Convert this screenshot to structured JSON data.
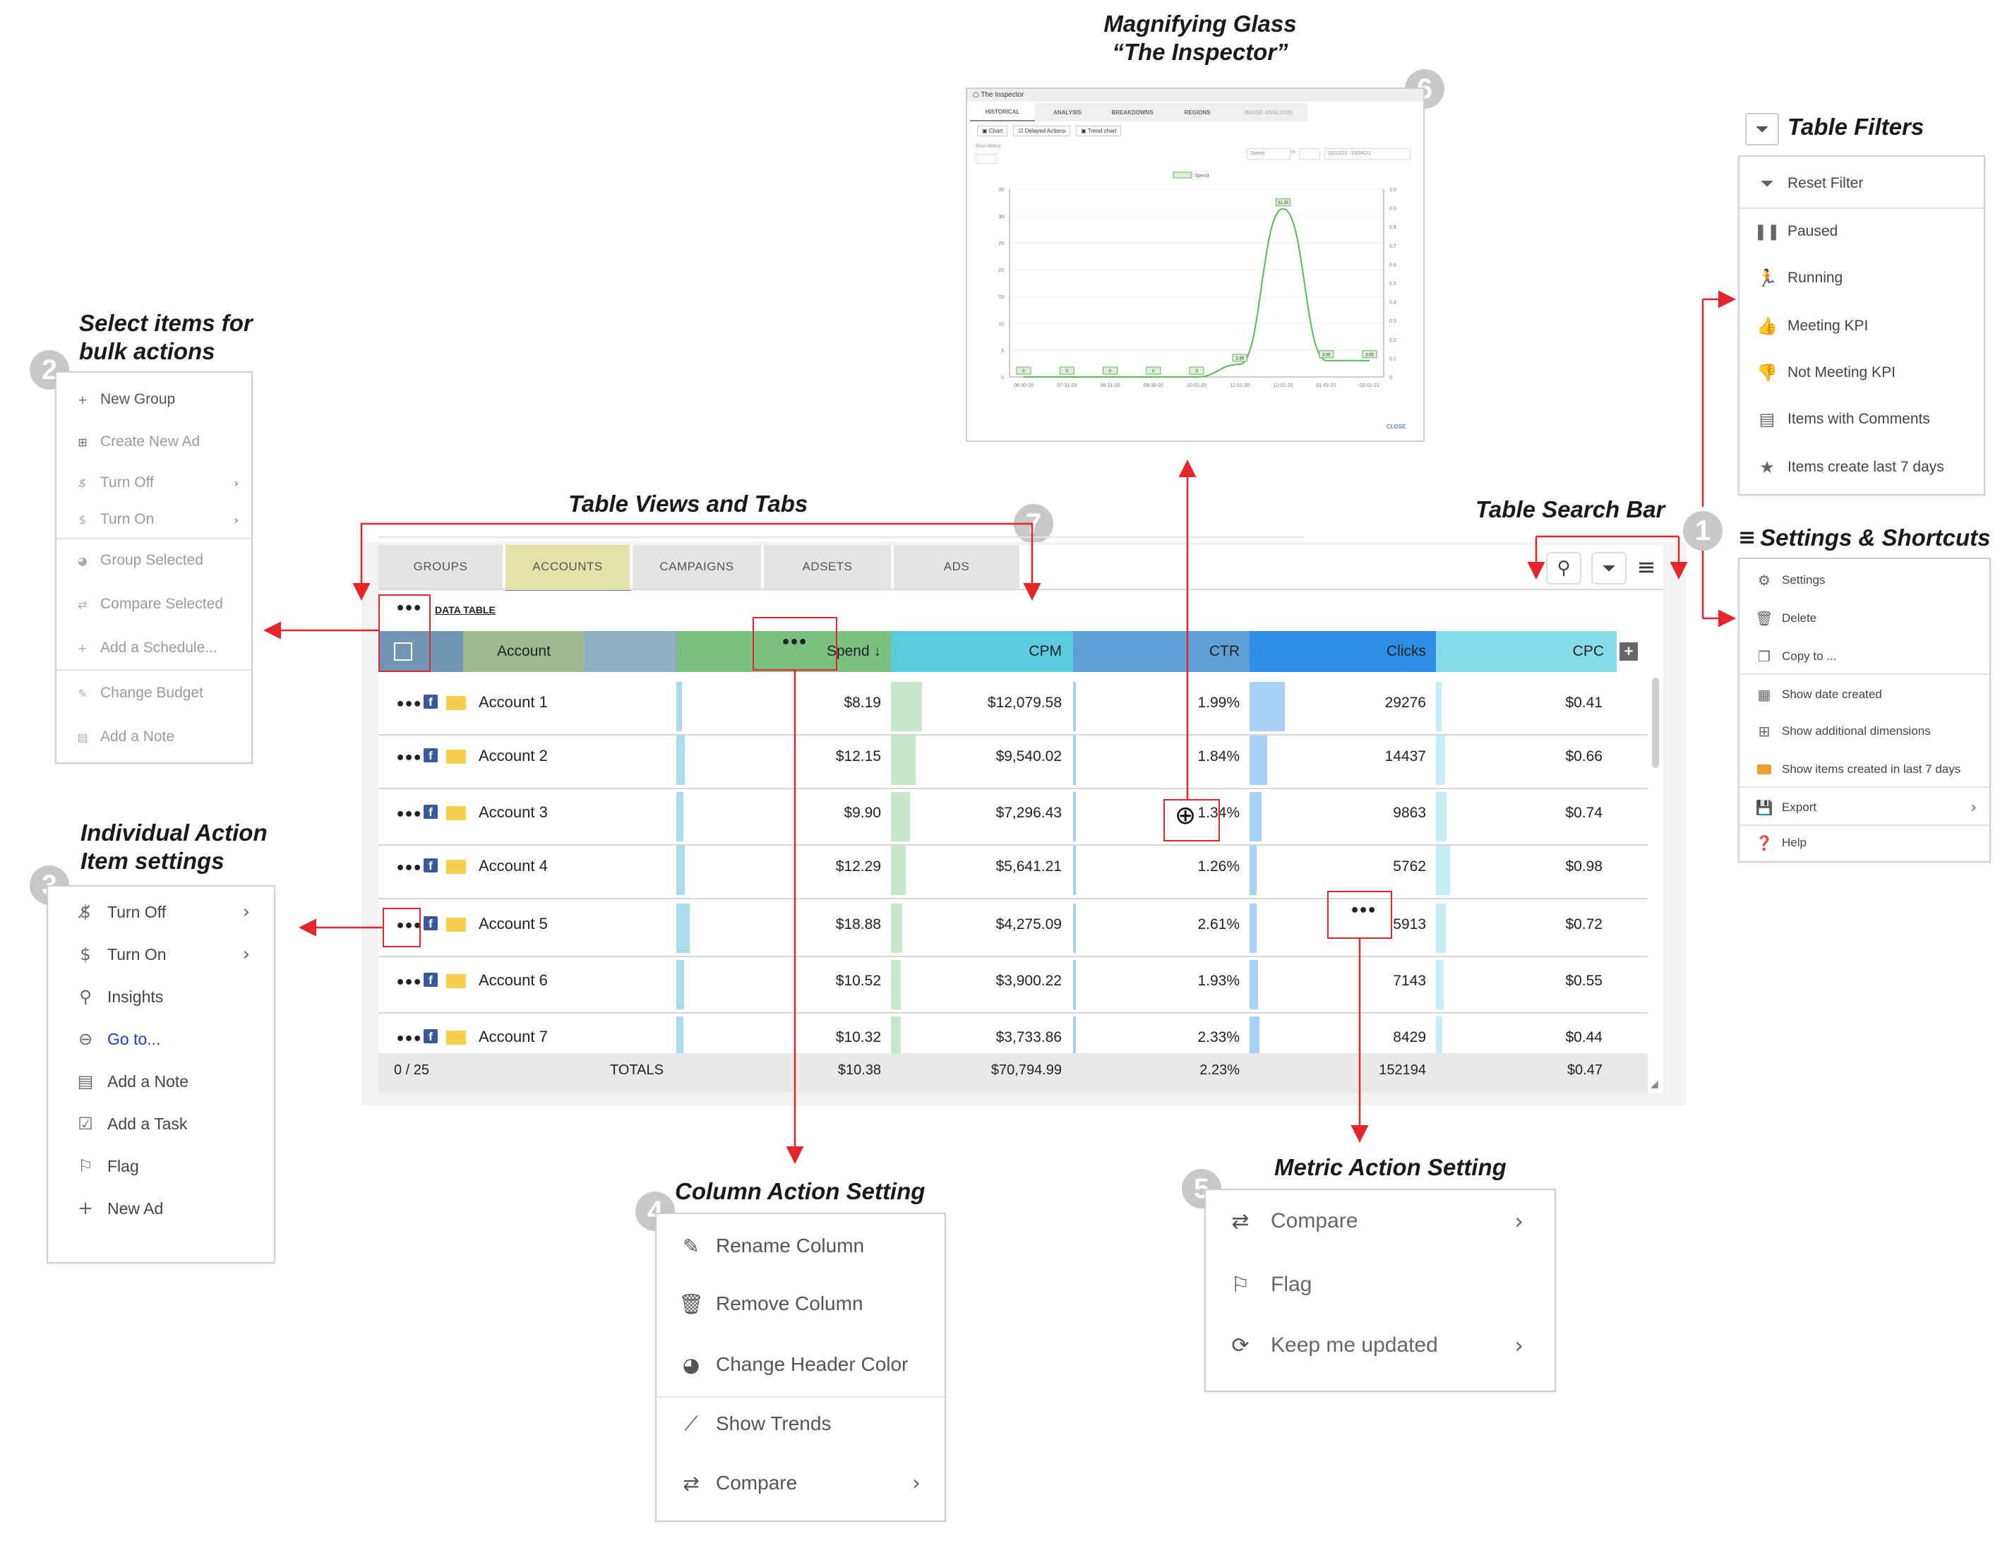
{
  "annotations": {
    "magnifier_title_line1": "Magnifying Glass",
    "magnifier_title_line2": "“The Inspector”",
    "table_filters": "Table Filters",
    "select_items_line1": "Select items for",
    "select_items_line2": "bulk actions",
    "table_views": "Table Views and Tabs",
    "table_search": "Table Search Bar",
    "settings_shortcuts": "Settings & Shortcuts",
    "individual_line1": "Individual Action",
    "individual_line2": "Item settings",
    "column_action": "Column Action Setting",
    "metric_action": "Metric Action Setting",
    "badges": [
      "1",
      "2",
      "3",
      "4",
      "5",
      "6",
      "7"
    ]
  },
  "bulk_menu": {
    "items": [
      {
        "icon": "plus-icon",
        "label": "New Group",
        "disabled": false
      },
      {
        "icon": "add-box-icon",
        "label": "Create New Ad",
        "disabled": true
      },
      {
        "icon": "money-off-icon",
        "label": "Turn Off",
        "disabled": true,
        "arrow": true
      },
      {
        "icon": "dollar-icon",
        "label": "Turn On",
        "disabled": true,
        "arrow": true
      },
      {
        "icon": "group-icon",
        "label": "Group Selected",
        "disabled": true
      },
      {
        "icon": "compare-icon",
        "label": "Compare Selected",
        "disabled": true
      },
      {
        "icon": "plus-icon",
        "label": "Add a Schedule...",
        "disabled": true
      },
      {
        "icon": "pencil-icon",
        "label": "Change Budget",
        "disabled": true
      },
      {
        "icon": "note-icon",
        "label": "Add a Note",
        "disabled": true
      }
    ]
  },
  "item_menu": {
    "items": [
      {
        "icon": "money-off-icon",
        "label": "Turn Off",
        "arrow": true
      },
      {
        "icon": "dollar-icon",
        "label": "Turn On",
        "arrow": true
      },
      {
        "icon": "search-icon",
        "label": "Insights"
      },
      {
        "icon": "link-icon",
        "label": "Go to...",
        "link": true
      },
      {
        "icon": "calendar-icon",
        "label": "Add a Note"
      },
      {
        "icon": "checkbox-icon",
        "label": "Add a Task"
      },
      {
        "icon": "flag-icon",
        "label": "Flag"
      },
      {
        "icon": "plus-icon",
        "label": "New Ad"
      }
    ]
  },
  "column_menu": {
    "items": [
      {
        "icon": "pencil-icon",
        "label": "Rename Column"
      },
      {
        "icon": "trash-icon",
        "label": "Remove Column"
      },
      {
        "icon": "palette-icon",
        "label": "Change Header Color"
      },
      {
        "icon": "trend-icon",
        "label": "Show Trends"
      },
      {
        "icon": "compare-icon",
        "label": "Compare",
        "arrow": true
      }
    ]
  },
  "metric_menu": {
    "items": [
      {
        "icon": "compare-icon",
        "label": "Compare",
        "arrow": true
      },
      {
        "icon": "flag-icon",
        "label": "Flag"
      },
      {
        "icon": "refresh-icon",
        "label": "Keep me updated",
        "arrow": true
      }
    ]
  },
  "filters_menu": {
    "items": [
      {
        "icon": "filter-reset-icon",
        "label": "Reset Filter"
      },
      {
        "icon": "pause-icon",
        "label": "Paused"
      },
      {
        "icon": "running-icon",
        "label": "Running"
      },
      {
        "icon": "thumbs-up-icon",
        "label": "Meeting KPI"
      },
      {
        "icon": "thumbs-down-icon",
        "label": "Not Meeting KPI"
      },
      {
        "icon": "comment-icon",
        "label": "Items with Comments"
      },
      {
        "icon": "star-icon",
        "label": "Items create last 7 days"
      }
    ]
  },
  "settings_menu": {
    "items": [
      {
        "icon": "gear-icon",
        "label": "Settings"
      },
      {
        "icon": "trash-icon",
        "label": "Delete"
      },
      {
        "icon": "copy-icon",
        "label": "Copy to ..."
      },
      {
        "icon": "calendar-icon",
        "label": "Show date created"
      },
      {
        "icon": "add-box-icon",
        "label": "Show additional dimensions"
      },
      {
        "icon": "new-badge-icon",
        "label": "Show items created in last 7 days"
      },
      {
        "icon": "save-icon",
        "label": "Export",
        "arrow": true
      },
      {
        "icon": "help-icon",
        "label": "Help"
      }
    ]
  },
  "table": {
    "tabs": [
      "GROUPS",
      "ACCOUNTS",
      "CAMPAIGNS",
      "ADSETS",
      "ADS"
    ],
    "active_tab": "ACCOUNTS",
    "data_table_label": "DATA TABLE",
    "columns": [
      "Account",
      "Spend ↓",
      "CPM",
      "CTR",
      "Clicks",
      "CPC"
    ],
    "header_colors": {
      "select": "#6f95b4",
      "account": "#9dbb8e",
      "account_right": "#8daec3",
      "spend": "#7cc07f",
      "cpm": "#5bcbe0",
      "ctr": "#5f9fd8",
      "clicks": "#2f8fe8",
      "cpc": "#86dce8"
    },
    "rows": [
      {
        "name": "Account 1",
        "spend": "$8.19",
        "cpm": "$12,079.58",
        "ctr": "1.99%",
        "clicks": "29276",
        "cpc": "$0.41"
      },
      {
        "name": "Account 2",
        "spend": "$12.15",
        "cpm": "$9,540.02",
        "ctr": "1.84%",
        "clicks": "14437",
        "cpc": "$0.66"
      },
      {
        "name": "Account 3",
        "spend": "$9.90",
        "cpm": "$7,296.43",
        "ctr": "1.34%",
        "clicks": "9863",
        "cpc": "$0.74"
      },
      {
        "name": "Account 4",
        "spend": "$12.29",
        "cpm": "$5,641.21",
        "ctr": "1.26%",
        "clicks": "5762",
        "cpc": "$0.98"
      },
      {
        "name": "Account 5",
        "spend": "$18.88",
        "cpm": "$4,275.09",
        "ctr": "2.61%",
        "clicks": "5913",
        "cpc": "$0.72"
      },
      {
        "name": "Account 6",
        "spend": "$10.52",
        "cpm": "$3,900.22",
        "ctr": "1.93%",
        "clicks": "7143",
        "cpc": "$0.55"
      },
      {
        "name": "Account 7",
        "spend": "$10.32",
        "cpm": "$3,733.86",
        "ctr": "2.33%",
        "clicks": "8429",
        "cpc": "$0.44"
      }
    ],
    "totals": {
      "count": "0 / 25",
      "label": "TOTALS",
      "spend": "$10.38",
      "cpm": "$70,794.99",
      "ctr": "2.23%",
      "clicks": "152194",
      "cpc": "$0.47"
    }
  },
  "inspector": {
    "window_title": "The Inspector",
    "tabs": [
      "HISTORICAL",
      "ANALYSIS",
      "BREAKDOWNS",
      "REGIONS",
      "IMAGE ANALYSIS"
    ],
    "subtabs": [
      "Chart",
      "Delayed Actions",
      "Trend chart"
    ],
    "main_metric_label": "Main Metric",
    "compare_select": "Spend",
    "vs_label": "vs",
    "date_range": "02/22/21 - 03/04/21",
    "close_label": "CLOSE",
    "chart_data": {
      "type": "line",
      "legend": [
        "Spend"
      ],
      "x": [
        "06-30-20",
        "07-31-20",
        "08-31-20",
        "09-30-20",
        "10-01-20",
        "11-01-20",
        "12-01-20",
        "01-01-21",
        "02-01-21"
      ],
      "series": [
        {
          "name": "Spend",
          "values": [
            0,
            0,
            0,
            0,
            0,
            2.36,
            31.35,
            3.05,
            3.05
          ]
        }
      ],
      "data_labels": [
        "0",
        "0",
        "0",
        "0",
        "0",
        "2.36",
        "31.35",
        "3.05",
        "3.05"
      ],
      "y_left_ticks": [
        "0",
        "5",
        "10",
        "15",
        "20",
        "25",
        "30",
        "35"
      ],
      "y_right_ticks": [
        "0",
        "0.1",
        "0.2",
        "0.3",
        "0.4",
        "0.5",
        "0.6",
        "0.7",
        "0.8",
        "0.9",
        "1.0"
      ],
      "ylim": [
        0,
        35
      ],
      "grid": true,
      "line_color": "#5cb85c"
    }
  }
}
